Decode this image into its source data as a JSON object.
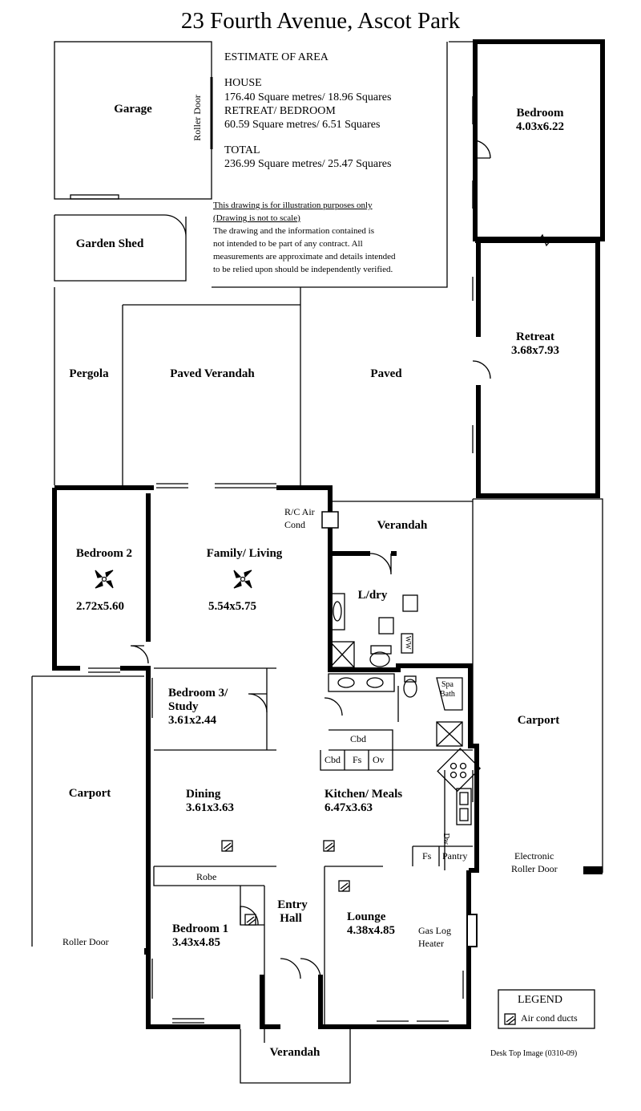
{
  "title": "23 Fourth Avenue,  Ascot Park",
  "estimate": {
    "heading": "ESTIMATE OF AREA",
    "house_label": "HOUSE",
    "house_value": "176.40 Square metres/ 18.96 Squares",
    "retreat_label": "RETREAT/ BEDROOM",
    "retreat_value": "60.59 Square metres/ 6.51 Squares",
    "total_label": "TOTAL",
    "total_value": "236.99 Square metres/ 25.47 Squares"
  },
  "disclaimer": {
    "line1": "This drawing is for illustration purposes only",
    "line2": "(Drawing is not to scale)",
    "line3": "The drawing and the information contained is",
    "line4": "not intended to be part of any contract.  All",
    "line5": "measurements are approximate and details intended",
    "line6": "to be relied upon should be independently verified."
  },
  "rooms": {
    "garage": "Garage",
    "roller_door_garage": "Roller Door",
    "garden_shed": "Garden Shed",
    "bedroom_top": "Bedroom",
    "bedroom_top_dim": "4.03x6.22",
    "retreat": "Retreat",
    "retreat_dim": "3.68x7.93",
    "pergola": "Pergola",
    "paved_verandah": "Paved Verandah",
    "paved": "Paved",
    "rc_air_1": "R/C Air",
    "rc_air_2": "Cond",
    "verandah_right": "Verandah",
    "bedroom2": "Bedroom 2",
    "bedroom2_dim": "2.72x5.60",
    "family": "Family/ Living",
    "family_dim": "5.54x5.75",
    "ldry": "L/dry",
    "ww": "WW",
    "spa1": "Spa",
    "spa2": "Bath",
    "bedroom3a": "Bedroom 3/",
    "bedroom3b": "Study",
    "bedroom3_dim": "3.61x2.44",
    "cbd": "Cbd",
    "cbd2": "Cbd",
    "fs": "Fs",
    "ov": "Ov",
    "carport_left": "Carport",
    "carport_right": "Carport",
    "dining": "Dining",
    "dining_dim": "3.61x3.63",
    "kitchen": "Kitchen/ Meals",
    "kitchen_dim": "6.47x3.63",
    "dw": "Dw",
    "fs2": "Fs",
    "pantry": "Pantry",
    "electronic1": "Electronic",
    "electronic2": "Roller Door",
    "robe": "Robe",
    "entry1": "Entry",
    "entry2": "Hall",
    "lounge": "Lounge",
    "lounge_dim": "4.38x4.85",
    "gaslog1": "Gas Log",
    "gaslog2": "Heater",
    "bedroom1": "Bedroom 1",
    "bedroom1_dim": "3.43x4.85",
    "roller_door_left": "Roller Door",
    "verandah_bottom": "Verandah"
  },
  "legend": {
    "heading": "LEGEND",
    "item": "Air cond ducts"
  },
  "footer": "Desk Top Image  (0310-09)"
}
